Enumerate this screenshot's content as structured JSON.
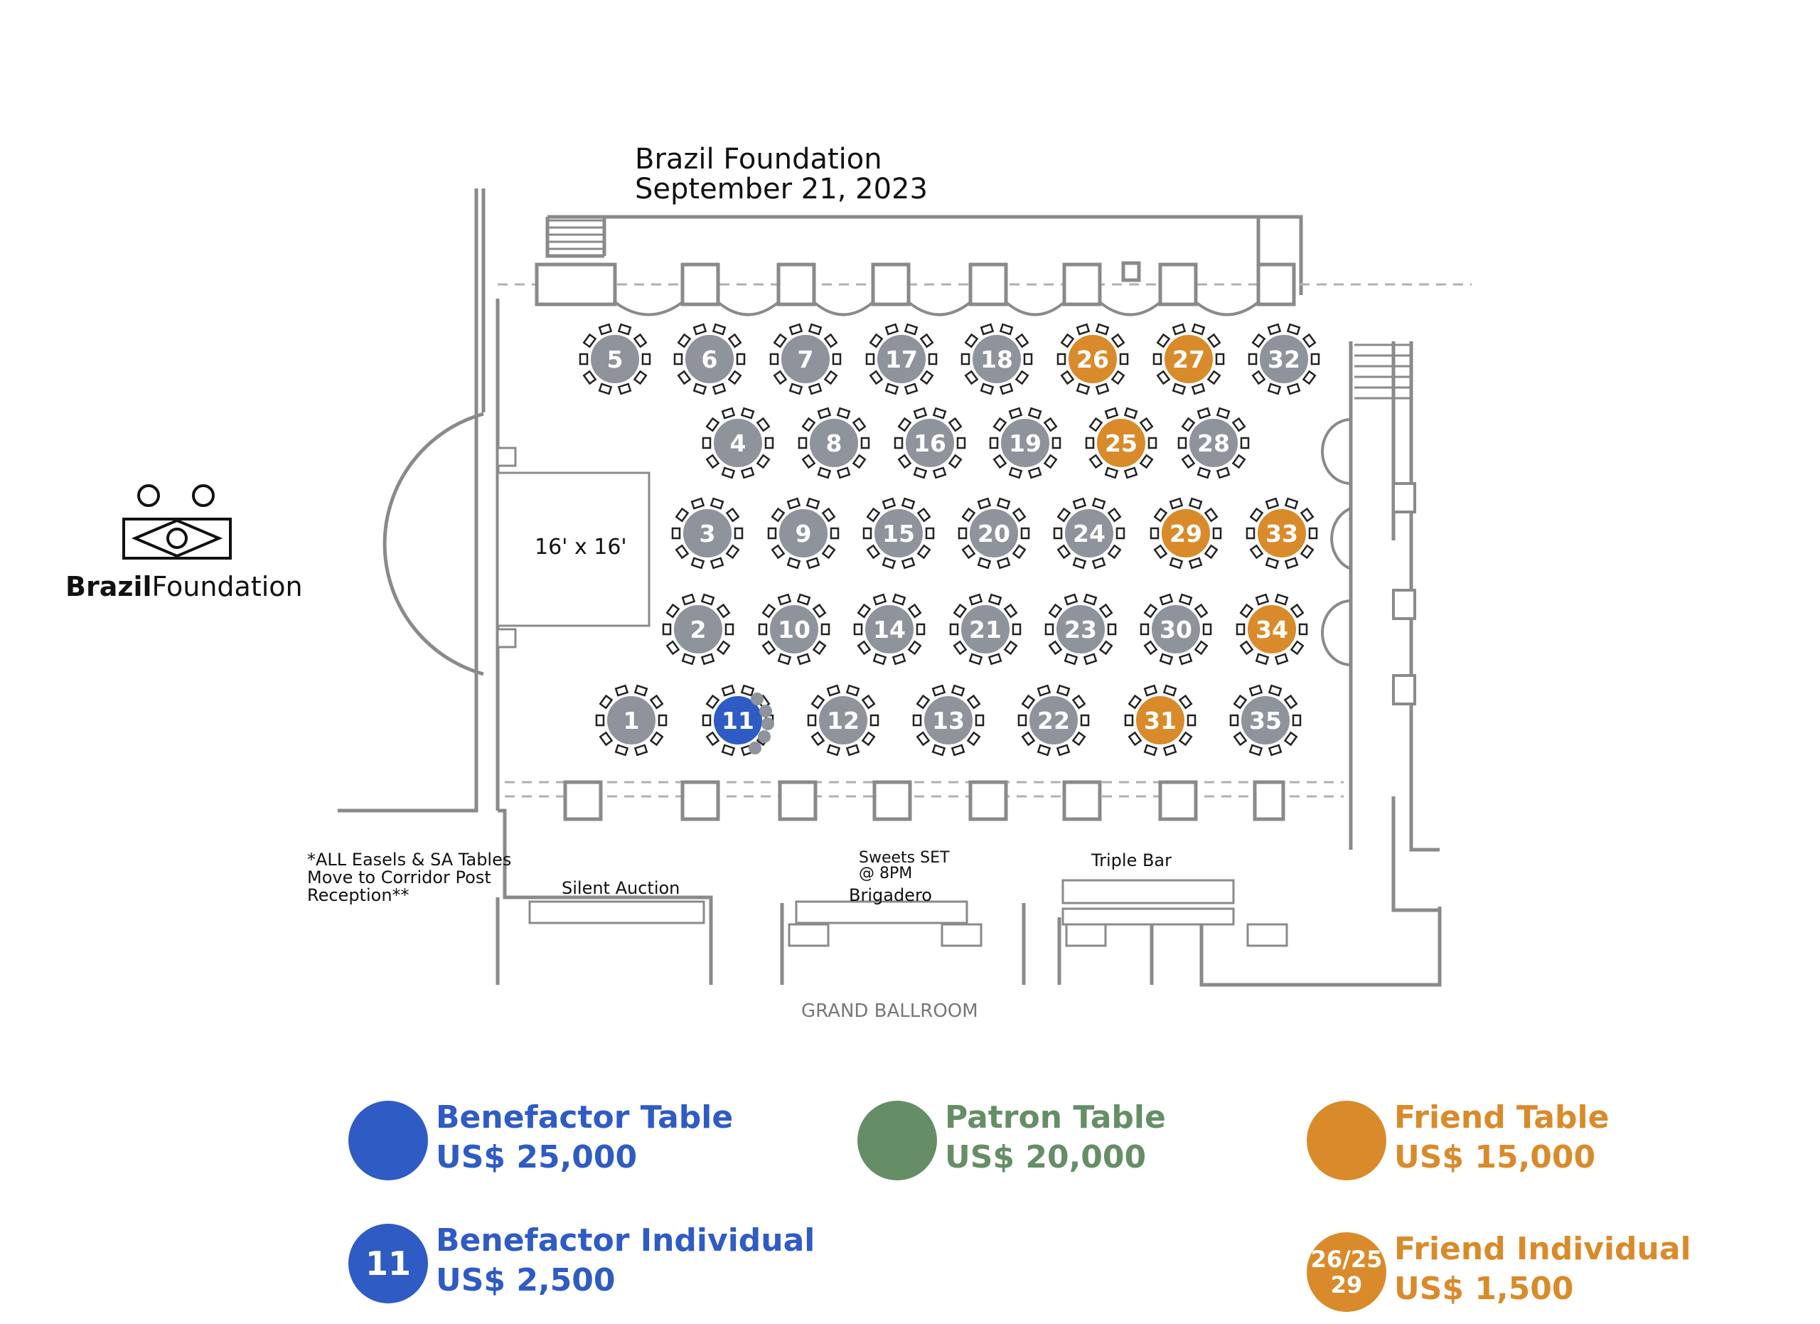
{
  "header": {
    "title_line1": "Brazil Foundation",
    "title_line2": "September 21, 2023"
  },
  "logo": {
    "name_bold": "Brazil",
    "name_regular": "Foundation",
    "icon": "brazil-foundation-logo-icon"
  },
  "floorplan": {
    "stage_label": "16' x 16'",
    "note_line1": "*ALL Easels & SA Tables",
    "note_line2": "Move to Corridor Post",
    "note_line3": "Reception**",
    "silent_auction": "Silent Auction",
    "sweets_line1": "Sweets SET",
    "sweets_line2": "@ 8PM",
    "brigadero": "Brigadero",
    "triple_bar": "Triple Bar",
    "room_name": "GRAND BALLROOM"
  },
  "colors": {
    "default_table": "#8e939c",
    "benefactor": "#2f5bc4",
    "patron": "#668e66",
    "friend": "#d98b2b",
    "wall": "#8a8a8a"
  },
  "tables": [
    {
      "number": "5",
      "status": "default"
    },
    {
      "number": "6",
      "status": "default"
    },
    {
      "number": "7",
      "status": "default"
    },
    {
      "number": "17",
      "status": "default"
    },
    {
      "number": "18",
      "status": "default"
    },
    {
      "number": "26",
      "status": "friend"
    },
    {
      "number": "27",
      "status": "friend"
    },
    {
      "number": "32",
      "status": "default"
    },
    {
      "number": "4",
      "status": "default"
    },
    {
      "number": "8",
      "status": "default"
    },
    {
      "number": "16",
      "status": "default"
    },
    {
      "number": "19",
      "status": "default"
    },
    {
      "number": "25",
      "status": "friend"
    },
    {
      "number": "28",
      "status": "default"
    },
    {
      "number": "3",
      "status": "default"
    },
    {
      "number": "9",
      "status": "default"
    },
    {
      "number": "15",
      "status": "default"
    },
    {
      "number": "20",
      "status": "default"
    },
    {
      "number": "24",
      "status": "default"
    },
    {
      "number": "29",
      "status": "friend"
    },
    {
      "number": "33",
      "status": "friend"
    },
    {
      "number": "2",
      "status": "default"
    },
    {
      "number": "10",
      "status": "default"
    },
    {
      "number": "14",
      "status": "default"
    },
    {
      "number": "21",
      "status": "default"
    },
    {
      "number": "23",
      "status": "default"
    },
    {
      "number": "30",
      "status": "default"
    },
    {
      "number": "34",
      "status": "friend"
    },
    {
      "number": "1",
      "status": "default"
    },
    {
      "number": "11",
      "status": "benefactor"
    },
    {
      "number": "12",
      "status": "default"
    },
    {
      "number": "13",
      "status": "default"
    },
    {
      "number": "22",
      "status": "default"
    },
    {
      "number": "31",
      "status": "friend"
    },
    {
      "number": "35",
      "status": "default"
    }
  ],
  "legend": {
    "benefactor_table": {
      "name": "Benefactor Table",
      "price": "US$ 25,000",
      "color": "#2f5bc4"
    },
    "patron_table": {
      "name": "Patron Table",
      "price": "US$ 20,000",
      "color": "#668e66"
    },
    "friend_table": {
      "name": "Friend Table",
      "price": "US$ 15,000",
      "color": "#d98b2b"
    },
    "benefactor_individual": {
      "name": "Benefactor Individual",
      "price": "US$ 2,500",
      "color": "#2f5bc4",
      "dot_label": "11"
    },
    "friend_individual": {
      "name": "Friend Individual",
      "price": "US$ 1,500",
      "color": "#d98b2b",
      "dot_label_line1": "26/25",
      "dot_label_line2": "29"
    }
  }
}
